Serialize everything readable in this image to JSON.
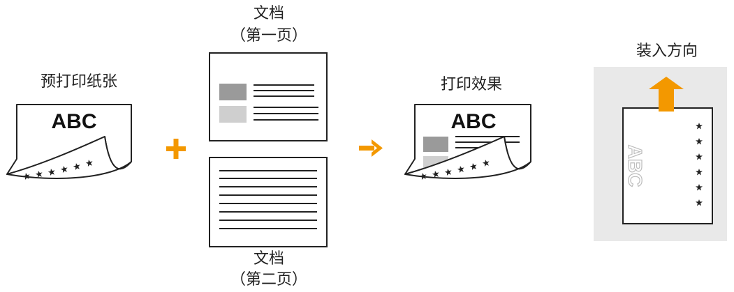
{
  "preprinted": {
    "label": "预打印纸张",
    "text": "ABC"
  },
  "doc_page1": {
    "title": "文档",
    "sub": "（第一页）"
  },
  "doc_page2": {
    "title": "文档",
    "sub": "（第二页）"
  },
  "result": {
    "label": "打印效果",
    "text": "ABC"
  },
  "loading": {
    "label": "装入方向",
    "text": "ABC"
  },
  "operators": {
    "plus": "+",
    "arrow": "→"
  },
  "colors": {
    "accent": "#F39800",
    "panel_bg": "#E9E9E9",
    "block_dark": "#9A9A9A",
    "block_light": "#CFCFCF"
  }
}
